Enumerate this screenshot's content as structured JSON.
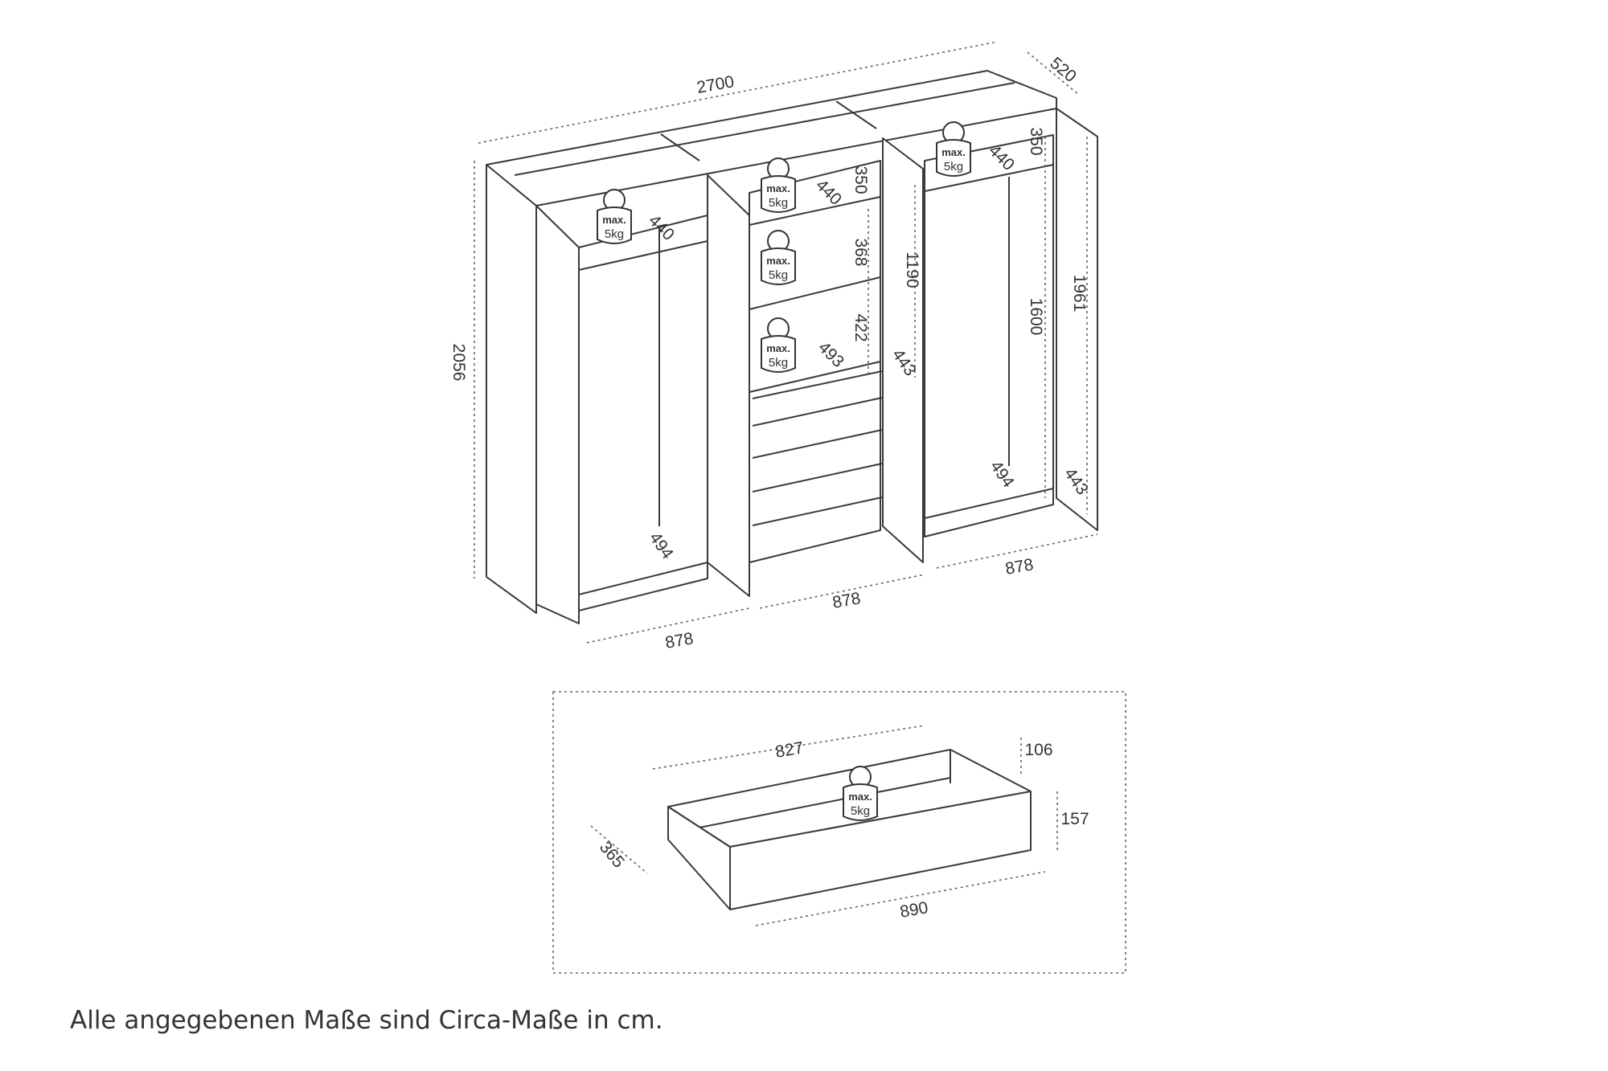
{
  "wardrobe": {
    "dimensions": [
      "2700",
      "520",
      "2056",
      "878",
      "878",
      "878",
      "440",
      "494",
      "350",
      "440",
      "368",
      "422",
      "493",
      "1190",
      "443",
      "350",
      "440",
      "1600",
      "1961",
      "494",
      "443"
    ],
    "weight_label": {
      "top": "max.",
      "bottom": "5kg"
    }
  },
  "drawer": {
    "dimensions": [
      "827",
      "106",
      "157",
      "365",
      "890"
    ]
  },
  "footer": {
    "note": "Alle angegebenen Maße sind Circa-Maße in cm."
  }
}
